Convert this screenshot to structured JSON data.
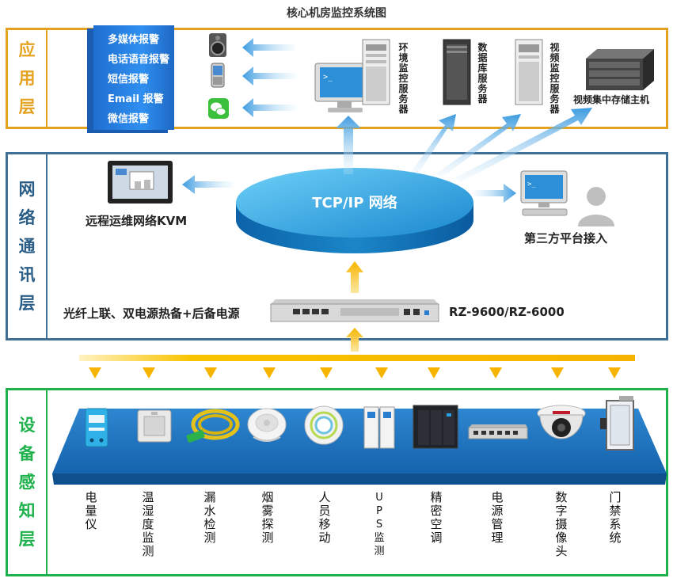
{
  "title": "核心机房监控系统图",
  "layers": {
    "app": "应用层",
    "net": "网络通讯层",
    "dev": "设备感知层"
  },
  "alarms": [
    "多媒体报警",
    "电话语音报警",
    "短信报警",
    "Email 报警",
    "微信报警"
  ],
  "servers": {
    "env": "环境监控服务器",
    "db": "数据库服务器",
    "video": "视频监控服务器",
    "storage": "视频集中存储主机"
  },
  "network": {
    "center": "TCP/IP 网络",
    "kvm": "远程运维网络KVM",
    "third_party": "第三方平台接入",
    "switch_left": "光纤上联、双电源热备+后备电源",
    "switch_model": "RZ-9600/RZ-6000"
  },
  "devices": [
    "电量仪",
    "温湿度监测",
    "漏水检测",
    "烟雾探测",
    "人员移动",
    "UPS监测",
    "精密空调",
    "电源管理",
    "数字摄像头",
    "门禁系统"
  ],
  "colors": {
    "app_border": "#e5a21f",
    "net_border": "#3f6f95",
    "dev_border": "#1fb14c",
    "arrow_blue": "#5aaee6",
    "arrow_yellow": "#f6b400",
    "platform": "#1d73c0"
  }
}
